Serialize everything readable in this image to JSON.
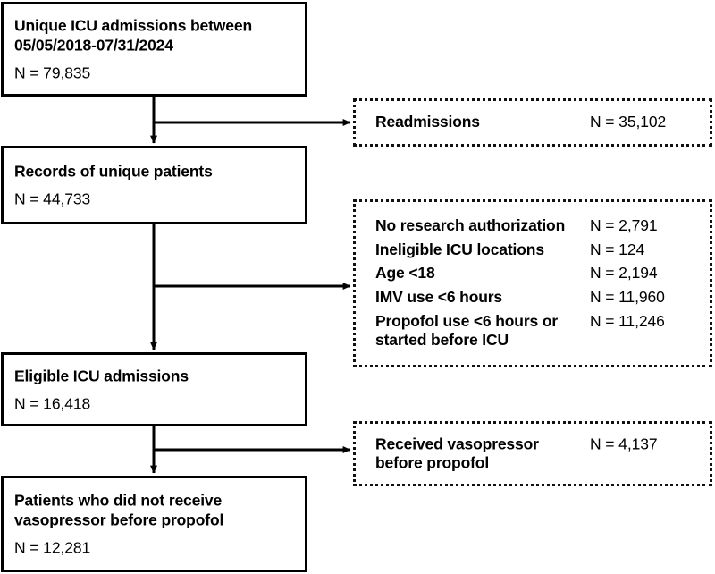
{
  "figure": {
    "type": "flowchart",
    "kind": "patient-selection-consort",
    "orientation": "vertical-with-right-exclusions"
  },
  "main_nodes": [
    {
      "id": "unique-admissions",
      "title": "Unique ICU admissions between\n05/05/2018-07/31/2024",
      "count": "N = 79,835"
    },
    {
      "id": "unique-patients",
      "title": "Records of unique patients",
      "count": "N = 44,733"
    },
    {
      "id": "eligible-admissions",
      "title": "Eligible ICU admissions",
      "count": "N = 16,418"
    },
    {
      "id": "final-cohort",
      "title": "Patients who did not receive\nvasopressor before propofol",
      "count": "N = 12,281"
    }
  ],
  "exclusion_nodes": [
    {
      "id": "readmissions",
      "rows": [
        {
          "label": "Readmissions",
          "count": "N = 35,102"
        }
      ]
    },
    {
      "id": "eligibility-exclusions",
      "rows": [
        {
          "label": "No research authorization",
          "count": "N = 2,791"
        },
        {
          "label": "Ineligible ICU locations",
          "count": "N = 124"
        },
        {
          "label": "Age <18",
          "count": "N = 2,194"
        },
        {
          "label": "IMV use <6 hours",
          "count": "N = 11,960"
        },
        {
          "label": "Propofol use <6 hours or\nstarted before ICU",
          "count": "N = 11,246"
        }
      ]
    },
    {
      "id": "vasopressor-exclusion",
      "rows": [
        {
          "label": "Received vasopressor\nbefore propofol",
          "count": "N = 4,137"
        }
      ]
    }
  ],
  "colors": {
    "stroke": "#000000",
    "dotted_stroke": "#111111",
    "background": "#ffffff",
    "text": "#000000"
  }
}
